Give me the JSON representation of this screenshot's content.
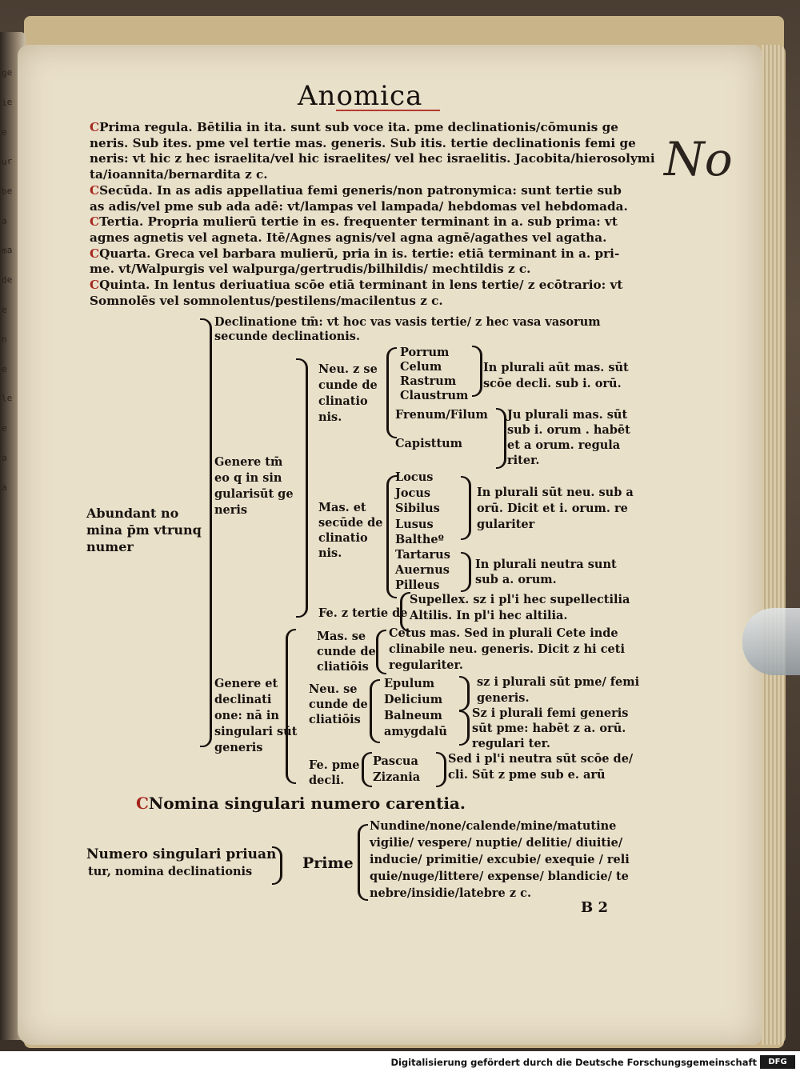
{
  "page": {
    "title": "Anomica",
    "marginalia": "No",
    "left_margin_fragments": [
      "ge",
      "ie",
      "e",
      "ur",
      "be",
      "a",
      "ma",
      "de",
      "e",
      "n",
      "e",
      "le",
      "e",
      "a",
      "a"
    ],
    "paragraphs": [
      [
        "Prima regula.",
        " Bētilia in ita. sunt sub voce ita. pme declinationis/cōmunis ge"
      ],
      [
        "",
        "neris. Sub ites. pme vel tertie mas. generis. Sub itis. tertie declinationis femi ge"
      ],
      [
        "",
        "neris: vt hic z hec israelita/vel hic israelites/ vel hec israelitis. Jacobita/hierosolymi"
      ],
      [
        "",
        "ta/ioannita/bernardita z c."
      ],
      [
        "Secūda.",
        " In as adis appellatiua femi generis/non patronymica: sunt tertie sub"
      ],
      [
        "",
        "as adis/vel pme sub ada adē: vt/lampas vel lampada/ hebdomas vel hebdomada."
      ],
      [
        "Tertia.",
        " Propria mulierū tertie in es. frequenter terminant in a. sub prima: vt"
      ],
      [
        "",
        "agnes agnetis vel agneta. Itē/Agnes agnis/vel agna agnē/agathes vel agatha."
      ],
      [
        "Quarta.",
        " Greca vel barbara mulierū, pria in is. tertie: etiā terminant in a. pri-"
      ],
      [
        "",
        "me. vt/Walpurgis vel walpurga/gertrudis/bilhildis/ mechtildis z c."
      ],
      [
        "Quinta.",
        " In lentus deriuatiua scōe etiā terminant in lens tertie/ z ecōtrario: vt"
      ],
      [
        "",
        "Somnolēs vel somnolentus/pestilens/macilentus z c."
      ]
    ],
    "tree": {
      "root": [
        "Abundant no",
        "mina p̄m vtrunq",
        "numer"
      ],
      "declinatione": [
        "Declinatione tm̄: vt hoc vas vasis tertie/ z hec vasa vasorum",
        "secunde declinationis."
      ],
      "genere_tm": [
        "Genere tm̄",
        "eo q in sin",
        "gularisūt ge",
        "neris"
      ],
      "neu_sec": [
        "Neu. z se",
        "cunde de",
        "clinatio",
        "nis."
      ],
      "neu_words_1": [
        "Porrum",
        "Celum",
        "Rastrum",
        "Claustrum"
      ],
      "neu_note_1": [
        "In plurali aūt mas. sūt",
        "scōe decli. sub i. orū."
      ],
      "neu_words_2": [
        "Frenum/Filum",
        "",
        "Capisttum"
      ],
      "neu_note_2": [
        "Ju plurali mas. sūt",
        "sub i. orum . habēt",
        "et a orum. regula",
        "riter."
      ],
      "mas_sec": [
        "Mas. et",
        "secūde de",
        "clinatio",
        "nis."
      ],
      "mas_words_1": [
        "Locus",
        "Jocus",
        "Sibilus",
        "Lusus",
        "Baltheº"
      ],
      "mas_note_1": [
        "In plurali sūt neu. sub a",
        "orū. Dicit et i. orum. re",
        "gulariter"
      ],
      "mas_words_2": [
        "Tartarus",
        "Auernus",
        "Pilleus"
      ],
      "mas_note_2": [
        "In plurali neutra sunt",
        "sub a. orum."
      ],
      "fe_tertie": [
        "Fe. z tertie de"
      ],
      "fe_note": [
        "Supellex. sz i pl'i hec supellectilia",
        "Altilis. In pl'i hec altilia."
      ],
      "genere_decl": [
        "Genere et",
        "declinati",
        "one: nā in",
        "singulari sūt",
        "generis"
      ],
      "mas_sec2": [
        "Mas. se",
        "cunde de",
        "cliatiōis"
      ],
      "mas_sec2_note": [
        "Cetus mas. Sed in plurali Cete inde",
        "clinabile neu. generis. Dicit z hi ceti",
        "regulariter."
      ],
      "neu_sec2": [
        "Neu. se",
        "cunde de",
        "cliatiōis"
      ],
      "neu_sec2_words": [
        "Epulum",
        "Delicium",
        "Balneum",
        "amygdalū"
      ],
      "neu_sec2_note_1": [
        "sz i plurali sūt pme/ femi",
        "generis."
      ],
      "neu_sec2_note_2": [
        "Sz i plurali femi generis",
        "sūt pme: habēt z a. orū.",
        "regulari ter."
      ],
      "fe_prime": [
        "Fe. pme",
        "decli."
      ],
      "fe_prime_words": [
        "Pascua",
        "Zizania"
      ],
      "fe_prime_note": [
        "Sed i pl'i neutra sūt scōe de/",
        "cli. Sūt z pme sub e. arū"
      ]
    },
    "section_heading": "Nomina singulari numero carentia.",
    "numero": [
      "Numero singulari priuan",
      "tur, nomina declinationis"
    ],
    "prime": "Prime",
    "prime_list": [
      "Nundine/none/calende/mine/matutine",
      "vigilie/ vespere/ nuptie/ delitie/ diuitie/",
      "inducie/ primitie/ excubie/ exequie / reli",
      "quie/nuge/littere/ expense/ blandicie/ te",
      "nebre/insidie/latebre z c."
    ],
    "signature": "B 2"
  },
  "footer": {
    "text": "Digitalisierung gefördert durch die Deutsche Forschungsgemeinschaft",
    "logo": "DFG"
  }
}
